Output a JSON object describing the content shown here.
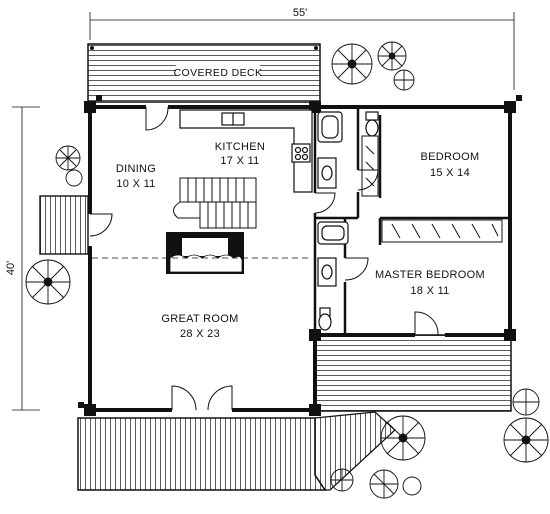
{
  "dimensions": {
    "width": "55'",
    "depth": "40'"
  },
  "rooms": {
    "covered_deck": {
      "name": "COVERED DECK"
    },
    "kitchen": {
      "name": "KITCHEN",
      "size": "17 X 11"
    },
    "dining": {
      "name": "DINING",
      "size": "10 X 11"
    },
    "bedroom": {
      "name": "BEDROOM",
      "size": "15 X 14"
    },
    "master_bedroom": {
      "name": "MASTER BEDROOM",
      "size": "18 X 11"
    },
    "great_room": {
      "name": "GREAT ROOM",
      "size": "28 X 23"
    }
  },
  "colors": {
    "ink": "#111111",
    "paper": "#ffffff"
  }
}
